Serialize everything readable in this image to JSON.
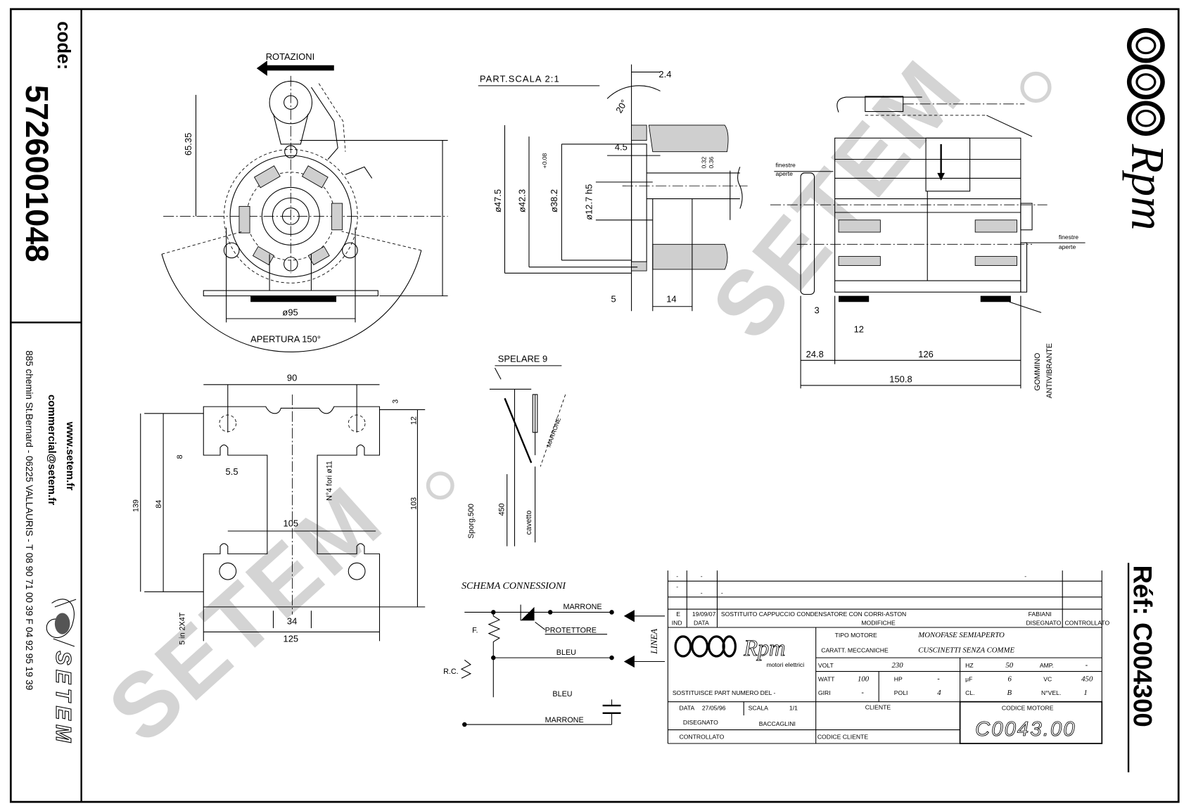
{
  "left_panel": {
    "code_label": "code:",
    "code_value": "5726001048",
    "website": "www.setem.fr",
    "email": "commercial@setem.fr",
    "address": "885 chemin St.Bernard  -  06225 VALLAURIS  -  T 08 90 71 00 39   F 04 92 95 19 39",
    "brand": "SETEM"
  },
  "right_panel": {
    "logo_text": "Rpm",
    "ref_label": "Réf: C004300"
  },
  "watermark": "SETEM",
  "front_view": {
    "rotation_label": "ROTAZIONI",
    "dim_height": "65.35",
    "dim_diameter": "ø95",
    "opening_label": "APERTURA 150°"
  },
  "detail_view": {
    "title": "PART.SCALA 2:1",
    "dims": [
      "ø47.5",
      "ø42.3",
      "ø38.2",
      "+0.08",
      "ø12.7 h5",
      "4.5",
      "14",
      "5",
      "2.4",
      "20°",
      "0.32",
      "0.36"
    ]
  },
  "side_view": {
    "window_left": [
      "finestre",
      "aperte"
    ],
    "window_right": [
      "finestre",
      "aperte"
    ],
    "dims": [
      "24.8",
      "126",
      "150.8",
      "3",
      "12"
    ],
    "rubber_label": [
      "GOMMINO",
      "ANTIVIBRANTE"
    ]
  },
  "bracket_view": {
    "dims": [
      "90",
      "105",
      "125",
      "34",
      "5.5",
      "12",
      "103",
      "3",
      "8",
      "N°4 fori ø11",
      "5 in 2X4T",
      "139",
      "84"
    ]
  },
  "wire_view": {
    "strip_label": "SPELARE 9",
    "wire_label": "MARRONE",
    "length_label": "Sporg.500",
    "cable_length": "450",
    "cable_label": "cavetto"
  },
  "schema": {
    "title": "SCHEMA CONNESSIONI",
    "wire_top": "MARRONE",
    "protector": "PROTETTORE",
    "wire_mid": "BLEU",
    "wire_bleu": "BLEU",
    "wire_bottom": "MARRONE",
    "res_main": "F.",
    "res_aux": "R.C.",
    "line_label": "LINEA"
  },
  "title_block": {
    "rev_rows": [
      {
        "ind": "-",
        "data": "-",
        "desc": "",
        "dis": "-"
      },
      {
        "ind": "-",
        "data": "-",
        "desc": "-",
        "dis": ""
      }
    ],
    "last_rev": {
      "ind": "E",
      "data": "19/09/07",
      "desc": "SOSTITUITO CAPPUCCIO CONDENSATORE CON CORRI-ASTON",
      "dis": "FABIANI"
    },
    "headers": {
      "ind": "IND",
      "data": "DATA",
      "mod": "MODIFICHE",
      "dis": "DISEGNATO",
      "ctrl": "CONTROLLATO"
    },
    "logo_text": "Rpm",
    "logo_sub": "motori elettrici",
    "replaces": "SOSTITUISCE PART NUMERO DEL   -",
    "date_label": "DATA",
    "date_value": "27/05/96",
    "scale_label": "SCALA",
    "scale_value": "1/1",
    "drawn_label": "DISEGNATO",
    "drawn_value": "BACCAGLINI",
    "checked_label": "CONTROLLATO",
    "motor_type_label": "TIPO MOTORE",
    "motor_type_value": "MONOFASE SEMIAPERTO",
    "mech_label": "CARATT. MECCANICHE",
    "mech_value": "CUSCINETTI   SENZA COMME",
    "volt_label": "VOLT",
    "volt_value": "230",
    "hz_label": "HZ",
    "hz_value": "50",
    "amp_label": "AMP.",
    "amp_value": "-",
    "watt_label": "WATT",
    "watt_value": "100",
    "hp_label": "HP",
    "hp_value": "-",
    "uf_label": "μF",
    "uf_value": "6",
    "vc_label": "VC",
    "vc_value": "450",
    "giri_label": "GIRI",
    "giri_value": "-",
    "poli_label": "POLI",
    "poli_value": "4",
    "cl_label": "CL.",
    "cl_value": "B",
    "vel_label": "N°VEL.",
    "vel_value": "1",
    "client_label": "CLIENTE",
    "client_code_label": "CODICE CLIENTE",
    "motor_code_label": "CODICE MOTORE",
    "motor_code_value": "C0043.00"
  }
}
